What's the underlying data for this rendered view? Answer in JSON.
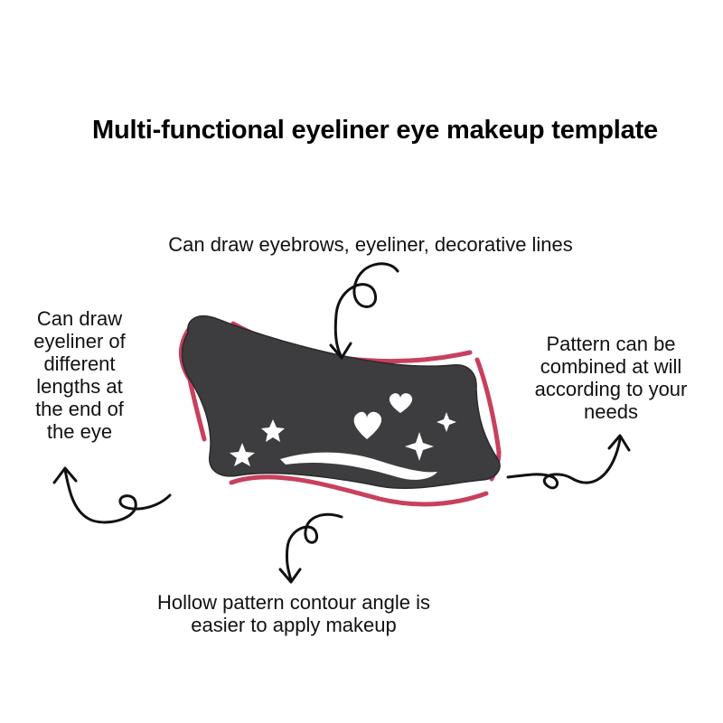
{
  "title": "Multi-functional eyeliner eye makeup template",
  "captions": {
    "top": [
      "Can draw eyebrows, eyeliner, decorative lines"
    ],
    "left": [
      "Can draw",
      "eyeliner of",
      "different",
      "lengths at",
      "the end of",
      "the eye"
    ],
    "right": [
      "Pattern can be",
      "combined at will",
      "according to your",
      "needs"
    ],
    "bottom": [
      "Hollow pattern contour angle is",
      "easier to apply makeup"
    ]
  },
  "colors": {
    "stencil": "#3d3d3f",
    "accent_outline": "#c8405e",
    "cutout": "#ffffff",
    "arrow": "#111111"
  },
  "icons": [
    "moon-icon",
    "heart-icon",
    "star-icon",
    "sparkle-icon",
    "wave-cutout",
    "arrow-icon"
  ]
}
